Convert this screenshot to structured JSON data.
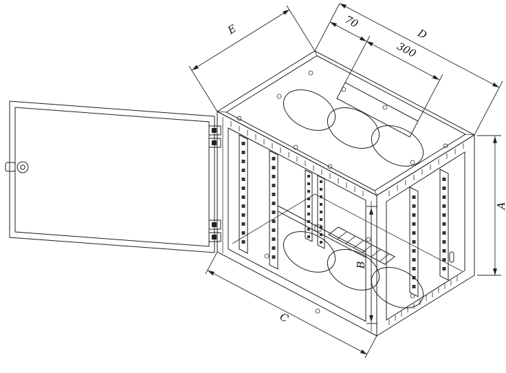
{
  "dimension_labels": {
    "depth": "E",
    "top_offset": "70",
    "cutout_length": "300",
    "top_width": "D",
    "height": "A",
    "rail_height": "B",
    "front_width": "C"
  }
}
